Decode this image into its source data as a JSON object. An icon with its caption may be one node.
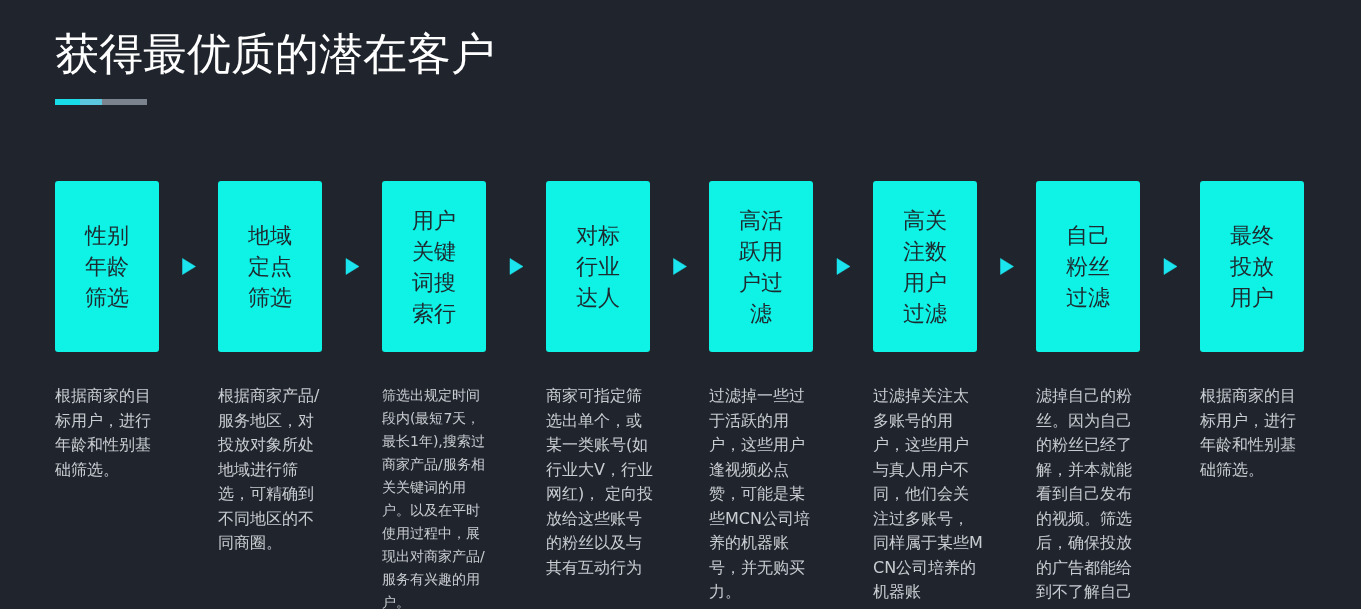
{
  "diagram": {
    "title": "获得最优质的潜在客户",
    "nodes": [
      {
        "text": [
          "性别年龄筛选"
        ],
        "beside": [
          "根据商家的目标用户，进行年龄和性别基础筛选。"
        ]
      },
      {
        "text": [
          "地域定点筛选"
        ],
        "beside": [
          "根据商家产品/服务地区，对投放对象所处地域进行筛选，可精确到不同地区的不同商圈。"
        ]
      },
      {
        "text": [
          "用户关键词搜索行"
        ],
        "beside": [
          "筛选出规定时间段内(最短7天，最长1年),搜索过商家产品/服务相关关键词的用户。以及在平时使用过程中，展现出对商家产品/服务有兴趣的用户。"
        ]
      },
      {
        "text": [
          "对标行业达人"
        ],
        "beside": [
          "商家可指定筛选出单个，或某一类账号(如行业大V，行业网红)， 定向投放给这些账号的粉丝以及与其有互动行为"
        ]
      },
      {
        "text": [
          "高活跃用户过滤"
        ],
        "beside": [
          "过滤掉一些过于活跃的用户，这些用户逢视频必点赞，可能是某些MCN公司培养的机器账号，并无购买力。"
        ]
      },
      {
        "text": [
          "高关注数用户过滤"
        ],
        "beside": [
          "过滤掉关注太多账号的用户，这些用户与真人用户不同，他们会关注过多账号，同样属于某些MCN公司培养的机器账"
        ]
      },
      {
        "text": [
          "自己粉丝过滤"
        ],
        "beside": [
          "滤掉自己的粉丝。因为自己的粉丝已经了解，并本就能看到自己发布的视频。筛选后，确保投放的广告都能给到不了解自己"
        ]
      },
      {
        "text": [
          "最终投放用户"
        ],
        "beside": [
          "根据商家的目标用户，进行年龄和性别基础筛选。"
        ]
      }
    ],
    "edges": [
      {
        "from": 0,
        "to": 1,
        "arrow": "to"
      },
      {
        "from": 1,
        "to": 2,
        "arrow": "to"
      },
      {
        "from": 2,
        "to": 3,
        "arrow": "to"
      },
      {
        "from": 3,
        "to": 4,
        "arrow": "to"
      },
      {
        "from": 4,
        "to": 5,
        "arrow": "to"
      },
      {
        "from": 5,
        "to": 6,
        "arrow": "to"
      },
      {
        "from": 6,
        "to": 7,
        "arrow": "to"
      }
    ]
  }
}
